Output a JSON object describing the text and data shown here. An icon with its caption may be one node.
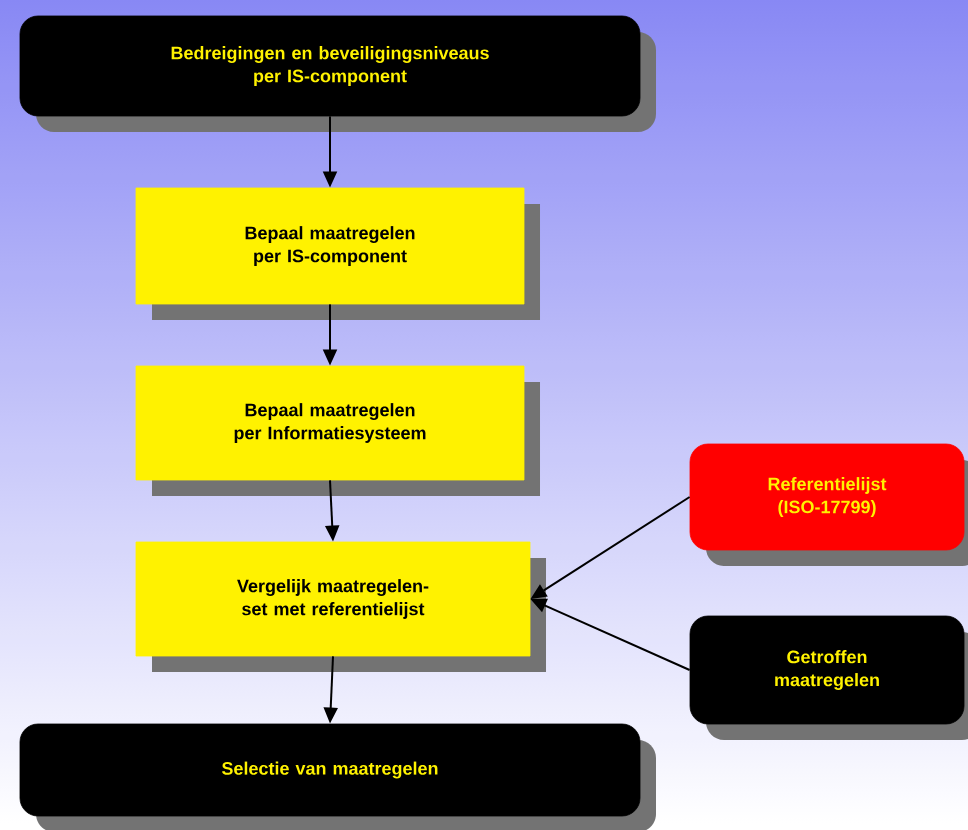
{
  "diagram": {
    "nodes": [
      {
        "text": [
          "Bedreigingen en beveiligingsniveaus per IS-component"
        ]
      },
      {
        "text": [
          "Bepaal maatregelen per IS-component"
        ]
      },
      {
        "text": [
          "Bepaal maatregelen per Informatiesysteem"
        ]
      },
      {
        "text": [
          "Vergelijk maatregelen-set met referentielijst"
        ]
      },
      {
        "text": [
          "Selectie van maatregelen"
        ]
      },
      {
        "text": [
          "Referentielijst (ISO-17799)"
        ]
      },
      {
        "text": [
          "Getroffen maatregelen"
        ]
      }
    ],
    "edges": [
      {
        "from": 0,
        "to": 1,
        "arrow": "to"
      },
      {
        "from": 1,
        "to": 2,
        "arrow": "to"
      },
      {
        "from": 2,
        "to": 3,
        "arrow": "to"
      },
      {
        "from": 3,
        "to": 4,
        "arrow": "to"
      },
      {
        "from": 5,
        "to": 3,
        "arrow": "to"
      },
      {
        "from": 6,
        "to": 3,
        "arrow": "to"
      }
    ]
  }
}
